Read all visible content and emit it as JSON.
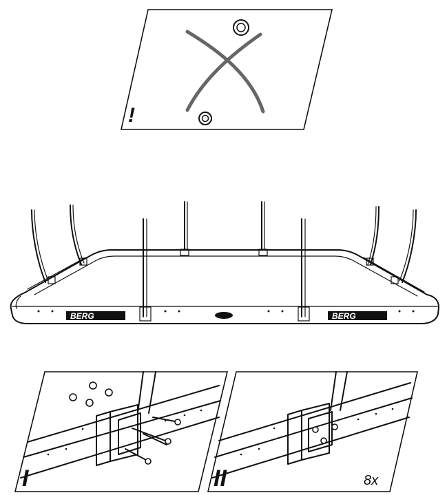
{
  "panel_top": {
    "warning_mark": "!"
  },
  "frame": {
    "brand_left": "BERG",
    "brand_right": "BERG"
  },
  "panel_step1": {
    "step": "I"
  },
  "panel_step2": {
    "step": "II",
    "count": "8x"
  },
  "colors": {
    "line": "#111111",
    "cross": "#666666",
    "background": "#ffffff"
  }
}
